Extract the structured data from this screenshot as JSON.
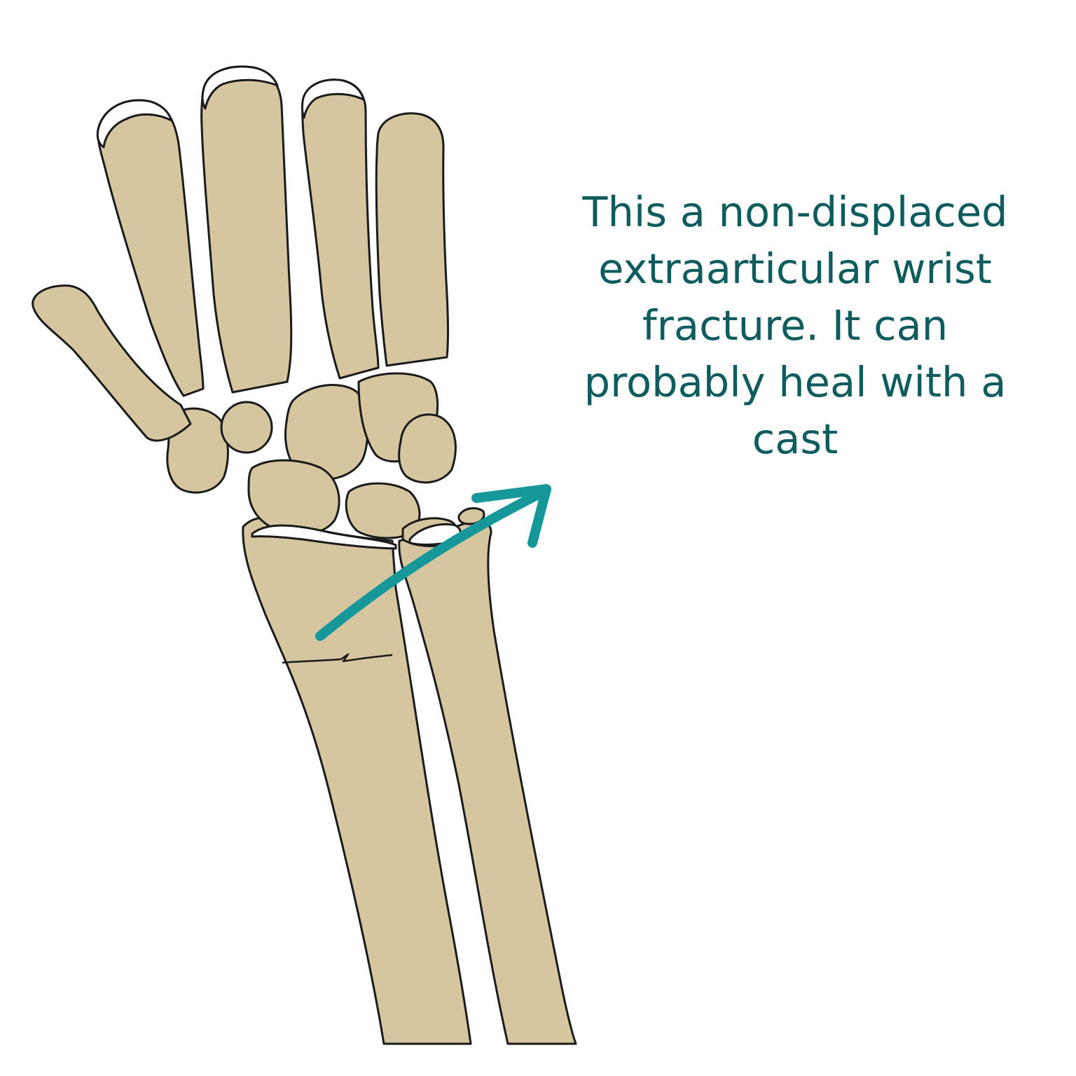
{
  "caption": {
    "lines": [
      "This a non-displaced",
      "extraarticular wrist",
      "fracture. It can",
      "probably heal with a",
      "cast"
    ]
  },
  "colors": {
    "bone_fill": "#d6c6a0",
    "outline": "#1a1a1a",
    "arrow": "#16989b",
    "caption_text": "#0e5c5e",
    "background": "#ffffff"
  }
}
